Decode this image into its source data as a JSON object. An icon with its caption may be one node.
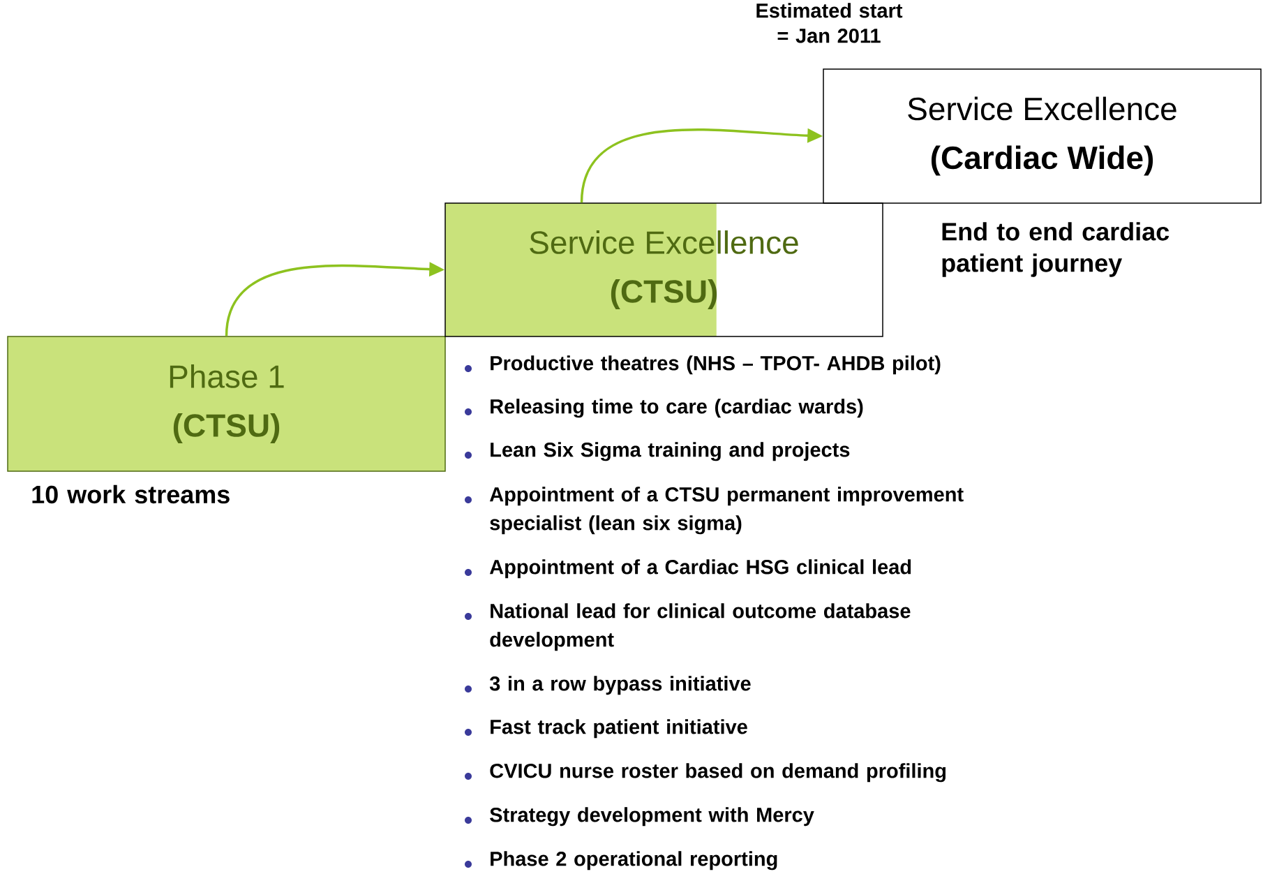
{
  "diagram": {
    "nodes": [
      {
        "text": [
          "Phase 1",
          "(CTSU)"
        ],
        "beside": [
          "10 work streams"
        ]
      },
      {
        "text": [
          "Service Excellence",
          "(CTSU)"
        ]
      },
      {
        "text": [
          "Service Excellence",
          "(Cardiac Wide)"
        ],
        "beside": [
          "Estimated start = Jan 2011",
          "End to end cardiac patient journey"
        ]
      }
    ],
    "edges": [
      {
        "from": 0,
        "to": 1,
        "arrow": "to"
      },
      {
        "from": 1,
        "to": 2,
        "arrow": "to"
      }
    ],
    "labels": [
      "Productive theatres (NHS – TPOT- AHDB pilot)",
      "Releasing time to care (cardiac wards)",
      "Lean Six Sigma training and projects",
      "Appointment of a CTSU permanent improvement specialist (lean six sigma)",
      "Appointment of a Cardiac HSG clinical lead",
      "National lead for clinical outcome database development",
      "3 in a row bypass initiative",
      "Fast track patient initiative",
      "CVICU nurse roster based on  demand profiling",
      "Strategy development with Mercy",
      "Phase 2 operational reporting"
    ]
  }
}
